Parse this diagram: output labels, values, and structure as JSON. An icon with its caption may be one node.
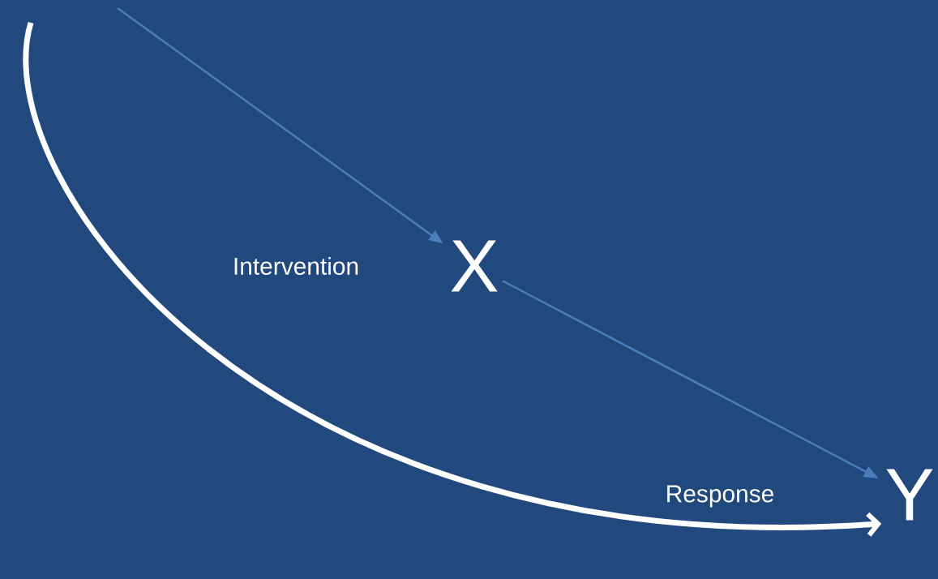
{
  "diagram": {
    "nodes": [
      {
        "text": [
          "X"
        ]
      },
      {
        "text": [
          "Y"
        ]
      }
    ],
    "edges": [
      {
        "from": null,
        "to": 0,
        "arrow": "to"
      },
      {
        "from": 0,
        "to": 1,
        "arrow": "to"
      },
      {
        "from": null,
        "to": 1,
        "arrow": "to",
        "style": "thick",
        "color": "#ffffff"
      }
    ],
    "labels": [
      "Intervention",
      "Response"
    ]
  }
}
